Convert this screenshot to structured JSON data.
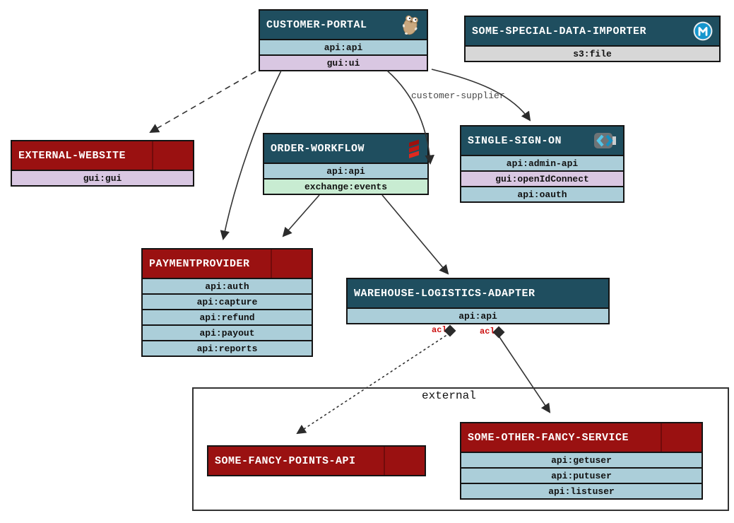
{
  "diagram": {
    "background": "#ffffff",
    "labels": {
      "customer_supplier": "customer-supplier",
      "external_group": "external",
      "acl_left": "acl",
      "acl_right": "acl"
    },
    "colors": {
      "teal_header": "#1f4e5f",
      "red_header": "#9a1111",
      "row_blue": "#abced9",
      "row_purple": "#d9c7e2",
      "row_green": "#c8ecd2",
      "row_gray": "#d7d7d7",
      "edge": "#333333",
      "acl_label": "#cc1111",
      "edge_label": "#4a4a4a"
    },
    "nodes": {
      "customer_portal": {
        "title": "CUSTOMER-PORTAL",
        "icon": "gopher-icon",
        "rows": [
          {
            "label": "api:api"
          },
          {
            "label": "gui:ui"
          }
        ]
      },
      "data_importer": {
        "title": "SOME-SPECIAL-DATA-IMPORTER",
        "icon": "mulesoft-icon",
        "rows": [
          {
            "label": "s3:file"
          }
        ]
      },
      "external_website": {
        "title": "EXTERNAL-WEBSITE",
        "rows": [
          {
            "label": "gui:gui"
          }
        ]
      },
      "order_workflow": {
        "title": "ORDER-WORKFLOW",
        "icon": "scala-icon",
        "rows": [
          {
            "label": "api:api"
          },
          {
            "label": "exchange:events"
          }
        ]
      },
      "single_sign_on": {
        "title": "SINGLE-SIGN-ON",
        "icon": "sso-chevrons-icon",
        "rows": [
          {
            "label": "api:admin-api"
          },
          {
            "label": "gui:openIdConnect"
          },
          {
            "label": "api:oauth"
          }
        ]
      },
      "paymentprovider": {
        "title": "PAYMENTPROVIDER",
        "rows": [
          {
            "label": "api:auth"
          },
          {
            "label": "api:capture"
          },
          {
            "label": "api:refund"
          },
          {
            "label": "api:payout"
          },
          {
            "label": "api:reports"
          }
        ]
      },
      "warehouse_adapter": {
        "title": "WAREHOUSE-LOGISTICS-ADAPTER",
        "rows": [
          {
            "label": "api:api"
          }
        ]
      },
      "fancy_points_api": {
        "title": "SOME-FANCY-POINTS-API",
        "rows": []
      },
      "other_fancy_service": {
        "title": "SOME-OTHER-FANCY-SERVICE",
        "rows": [
          {
            "label": "api:getuser"
          },
          {
            "label": "api:putuser"
          },
          {
            "label": "api:listuser"
          }
        ]
      }
    },
    "edges": [
      {
        "from": "CUSTOMER-PORTAL",
        "to": "EXTERNAL-WEBSITE",
        "style": "dashed",
        "label": ""
      },
      {
        "from": "CUSTOMER-PORTAL",
        "to": "PAYMENTPROVIDER",
        "style": "solid",
        "label": ""
      },
      {
        "from": "CUSTOMER-PORTAL",
        "to": "ORDER-WORKFLOW api:api",
        "style": "solid",
        "label": ""
      },
      {
        "from": "CUSTOMER-PORTAL",
        "to": "SINGLE-SIGN-ON",
        "style": "solid",
        "label": "customer-supplier"
      },
      {
        "from": "ORDER-WORKFLOW",
        "to": "PAYMENTPROVIDER",
        "style": "solid",
        "label": ""
      },
      {
        "from": "ORDER-WORKFLOW",
        "to": "WAREHOUSE-LOGISTICS-ADAPTER",
        "style": "solid",
        "label": ""
      },
      {
        "from": "WAREHOUSE-LOGISTICS-ADAPTER",
        "to": "SOME-FANCY-POINTS-API",
        "style": "dotted",
        "label": "acl"
      },
      {
        "from": "WAREHOUSE-LOGISTICS-ADAPTER",
        "to": "SOME-OTHER-FANCY-SERVICE",
        "style": "solid",
        "label": "acl"
      }
    ]
  }
}
